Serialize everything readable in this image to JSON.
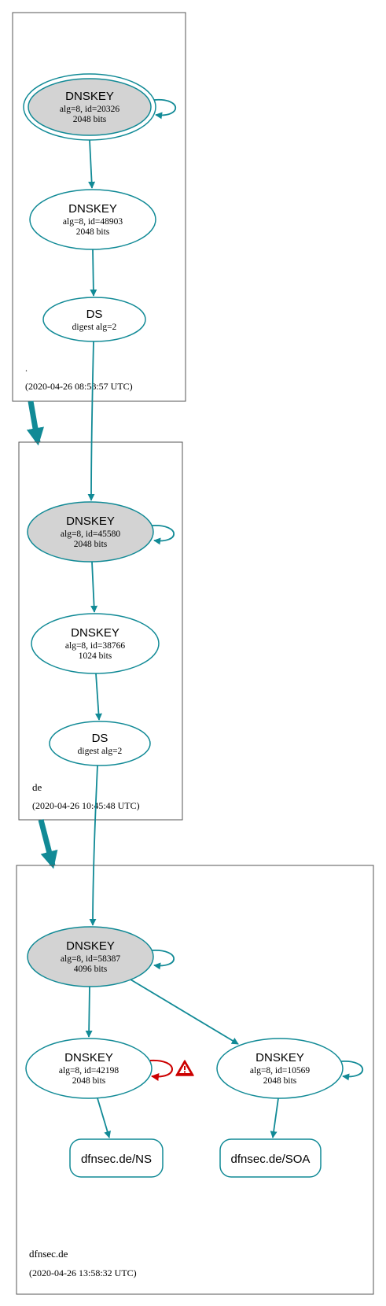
{
  "colors": {
    "edge": "#118a96",
    "ksk_fill": "#d3d3d3",
    "warning": "#cc0000",
    "zone_border": "#555555"
  },
  "zones": {
    "root": {
      "name": ".",
      "timestamp": "(2020-04-26 08:58:57 UTC)"
    },
    "de": {
      "name": "de",
      "timestamp": "(2020-04-26 10:45:48 UTC)"
    },
    "dfnsec": {
      "name": "dfnsec.de",
      "timestamp": "(2020-04-26 13:58:32 UTC)"
    }
  },
  "nodes": {
    "root_ksk": {
      "type": "DNSKEY",
      "line1": "alg=8, id=20326",
      "line2": "2048 bits"
    },
    "root_zsk": {
      "type": "DNSKEY",
      "line1": "alg=8, id=48903",
      "line2": "2048 bits"
    },
    "root_ds": {
      "type": "DS",
      "line1": "digest alg=2"
    },
    "de_ksk": {
      "type": "DNSKEY",
      "line1": "alg=8, id=45580",
      "line2": "2048 bits"
    },
    "de_zsk": {
      "type": "DNSKEY",
      "line1": "alg=8, id=38766",
      "line2": "1024 bits"
    },
    "de_ds": {
      "type": "DS",
      "line1": "digest alg=2"
    },
    "dfn_ksk": {
      "type": "DNSKEY",
      "line1": "alg=8, id=58387",
      "line2": "4096 bits"
    },
    "dfn_zsk1": {
      "type": "DNSKEY",
      "line1": "alg=8, id=42198",
      "line2": "2048 bits"
    },
    "dfn_zsk2": {
      "type": "DNSKEY",
      "line1": "alg=8, id=10569",
      "line2": "2048 bits"
    },
    "dfn_ns": {
      "label": "dfnsec.de/NS"
    },
    "dfn_soa": {
      "label": "dfnsec.de/SOA"
    }
  },
  "icons": {
    "warning": "warning-triangle-icon"
  }
}
